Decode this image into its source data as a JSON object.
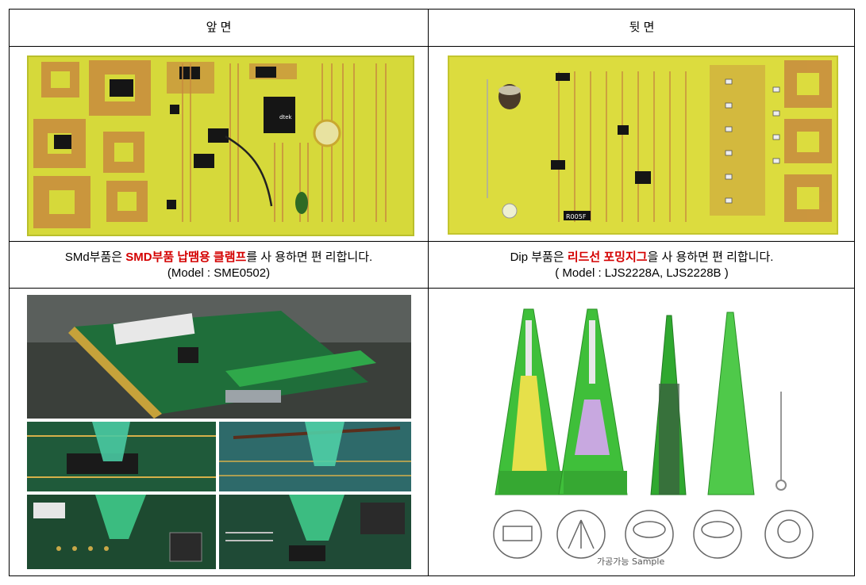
{
  "header": {
    "front": "앞 면",
    "back": "뒷 면"
  },
  "caption_left": {
    "pre": "SMd부품은 ",
    "highlight": "SMD부품 납땜용 클램프",
    "post": "를 사 용하면 편 리합니다.",
    "model": "(Model  : SME0502)"
  },
  "caption_right": {
    "pre": "Dip 부품은 ",
    "highlight": "리드선 포밍지그",
    "post": "을 사 용하면 편 리합니다.",
    "model": "( Model : LJS2228A,  LJS2228B )"
  },
  "board_labels": {
    "resistor": "R005F",
    "chip": "dtek"
  },
  "sample_caption": "가공가능 Sample",
  "colors": {
    "pcb_yellow": "#d9dc3a",
    "pad_copper": "#c8853a",
    "jig_green": "#3fbf3a",
    "accent_red": "#d40000"
  }
}
